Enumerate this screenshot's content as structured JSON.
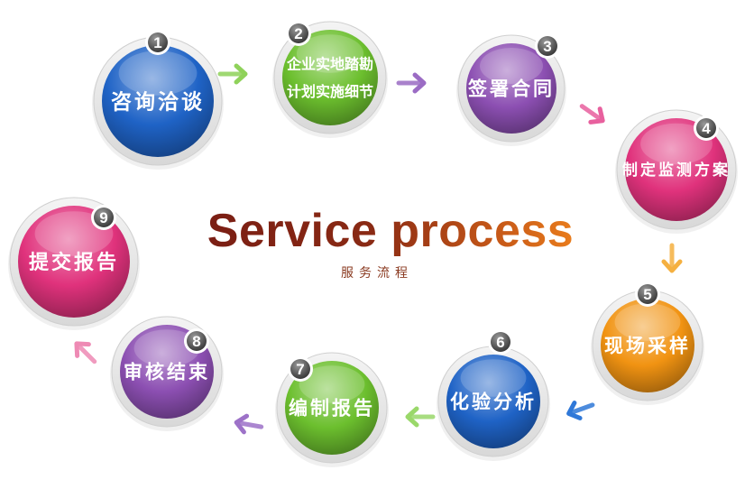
{
  "title": "Service process",
  "subtitle": "服务流程",
  "colors": {
    "blue": "#1f63c6",
    "green": "#6cbf2e",
    "purple": "#8c4fb2",
    "pink": "#e0327c",
    "orange": "#f19312",
    "title": "#7a1e14"
  },
  "steps": [
    {
      "number": "1",
      "lines": [
        "咨询洽谈"
      ],
      "color": "blue"
    },
    {
      "number": "2",
      "lines": [
        "企业实地踏勘",
        "计划实施细节"
      ],
      "color": "green"
    },
    {
      "number": "3",
      "lines": [
        "签署合同"
      ],
      "color": "purple"
    },
    {
      "number": "4",
      "lines": [
        "制定监测方案"
      ],
      "color": "pink"
    },
    {
      "number": "5",
      "lines": [
        "现场采样"
      ],
      "color": "orange"
    },
    {
      "number": "6",
      "lines": [
        "化验分析"
      ],
      "color": "blue"
    },
    {
      "number": "7",
      "lines": [
        "编制报告"
      ],
      "color": "green"
    },
    {
      "number": "8",
      "lines": [
        "审核结束"
      ],
      "color": "purple"
    },
    {
      "number": "9",
      "lines": [
        "提交报告"
      ],
      "color": "pink"
    }
  ]
}
